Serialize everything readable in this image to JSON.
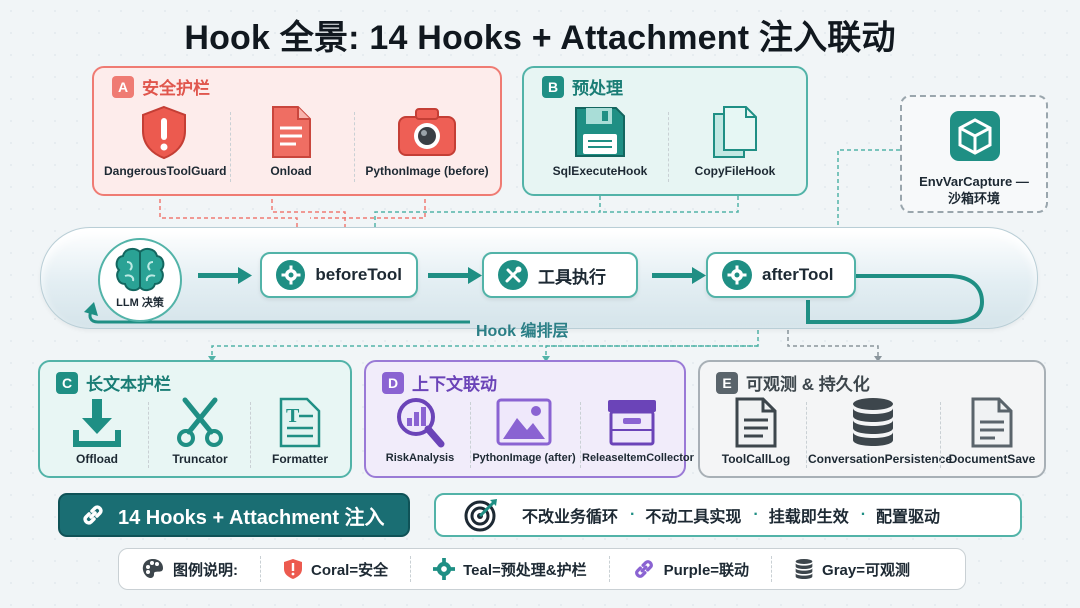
{
  "title": "Hook 全景: 14 Hooks + Attachment 注入联动",
  "colors": {
    "coral": "#ef7b73",
    "teal": "#1f8f84",
    "purple": "#8a63d2",
    "gray": "#5a646b"
  },
  "panels": {
    "a": {
      "letter": "A",
      "title": "安全护栏",
      "items": [
        "DangerousToolGuard",
        "Onload",
        "PythonImage (before)"
      ]
    },
    "b": {
      "letter": "B",
      "title": "预处理",
      "items": [
        "SqlExecuteHook",
        "CopyFileHook"
      ]
    },
    "env": {
      "label_1": "EnvVarCapture —",
      "label_2": "沙箱环境"
    },
    "c": {
      "letter": "C",
      "title": "长文本护栏",
      "items": [
        "Offload",
        "Truncator",
        "Formatter"
      ]
    },
    "d": {
      "letter": "D",
      "title": "上下文联动",
      "items": [
        "RiskAnalysis",
        "PythonImage (after)",
        "ReleaseItemCollector"
      ]
    },
    "e": {
      "letter": "E",
      "title": "可观测 & 持久化",
      "items": [
        "ToolCallLog",
        "ConversationPersistence",
        "DocumentSave"
      ]
    }
  },
  "pipeline": {
    "llm": "LLM 决策",
    "before": "beforeTool",
    "exec": "工具执行",
    "after": "afterTool",
    "label": "Hook 编排层"
  },
  "summary": {
    "button": "14 Hooks + Attachment 注入",
    "principles": [
      "不改业务循环",
      "不动工具实现",
      "挂载即生效",
      "配置驱动"
    ],
    "bullet": "·"
  },
  "legend": {
    "title": "图例说明:",
    "items": [
      "Coral=安全",
      "Teal=预处理&护栏",
      "Purple=联动",
      "Gray=可观测"
    ]
  }
}
